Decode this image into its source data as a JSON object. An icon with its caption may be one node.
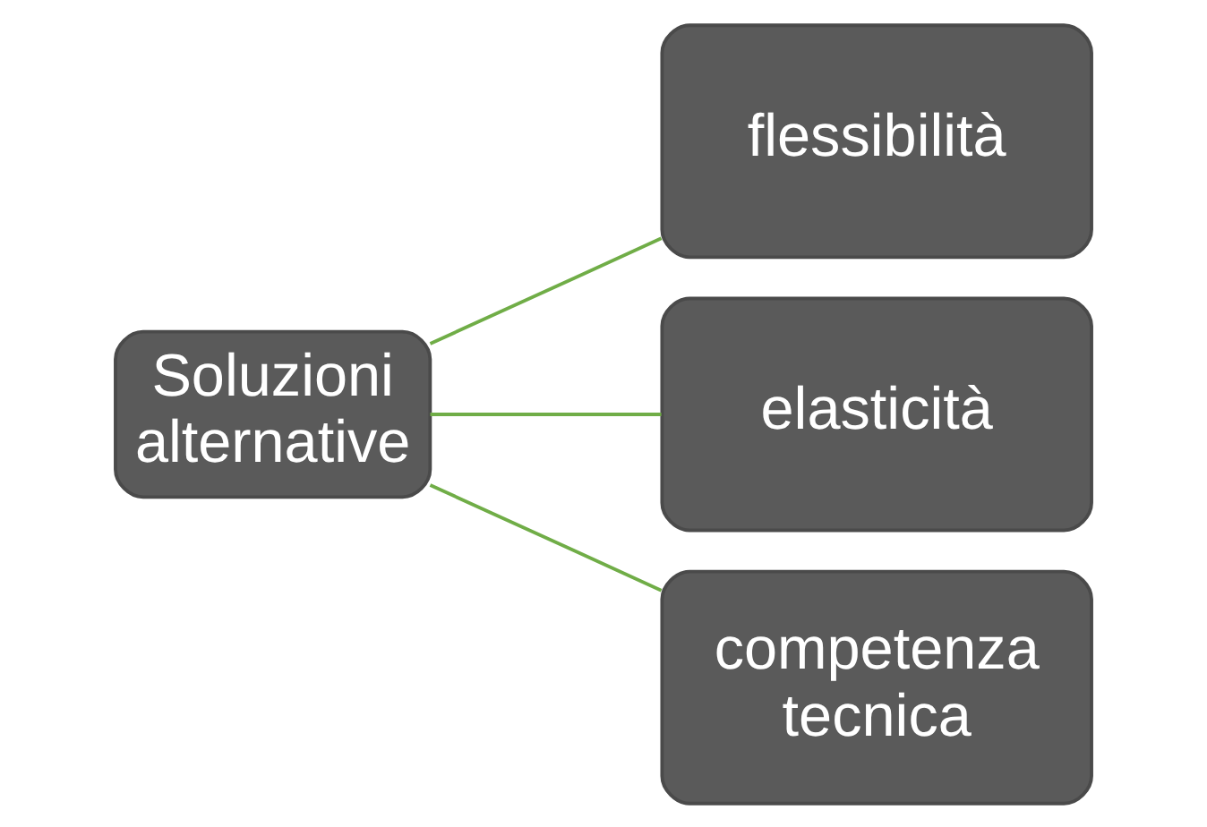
{
  "diagram": {
    "nodes": [
      {
        "text": [
          "Soluzioni alternative"
        ]
      },
      {
        "text": [
          "flessibilità"
        ]
      },
      {
        "text": [
          "elasticità"
        ]
      },
      {
        "text": [
          "competenza tecnica"
        ]
      }
    ],
    "edges": [
      {
        "from": 0,
        "to": 1,
        "arrow": "none"
      },
      {
        "from": 0,
        "to": 2,
        "arrow": "none"
      },
      {
        "from": 0,
        "to": 3,
        "arrow": "none"
      }
    ]
  }
}
